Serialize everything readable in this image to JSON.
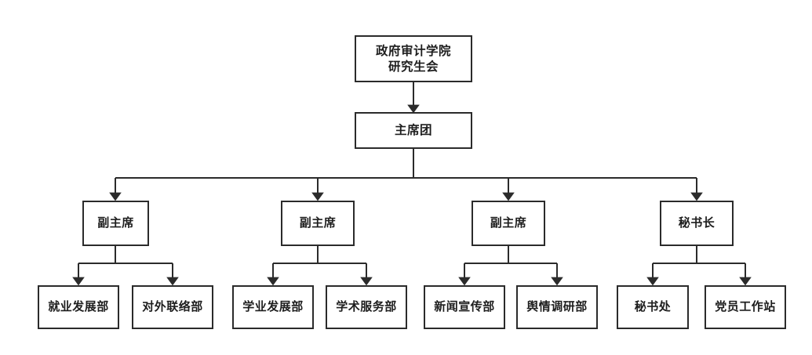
{
  "diagram": {
    "type": "organization-chart",
    "title_text": "政府审计学院研究生会",
    "background_color": "#ffffff",
    "line_color": "#2b2b2b",
    "text_color": "#1d1d1d",
    "box_fill": "#ffffff"
  },
  "nodes": {
    "root": {
      "label": "政府审计学院\n研究生会"
    },
    "presidium": {
      "label": "主席团"
    },
    "officers": [
      {
        "label": "副主席"
      },
      {
        "label": "副主席"
      },
      {
        "label": "副主席"
      },
      {
        "label": "秘书长"
      }
    ],
    "departments": [
      {
        "label": "就业发展部"
      },
      {
        "label": "对外联络部"
      },
      {
        "label": "学业发展部"
      },
      {
        "label": "学术服务部"
      },
      {
        "label": "新闻宣传部"
      },
      {
        "label": "舆情调研部"
      },
      {
        "label": "秘书处"
      },
      {
        "label": "党员工作站"
      }
    ]
  }
}
